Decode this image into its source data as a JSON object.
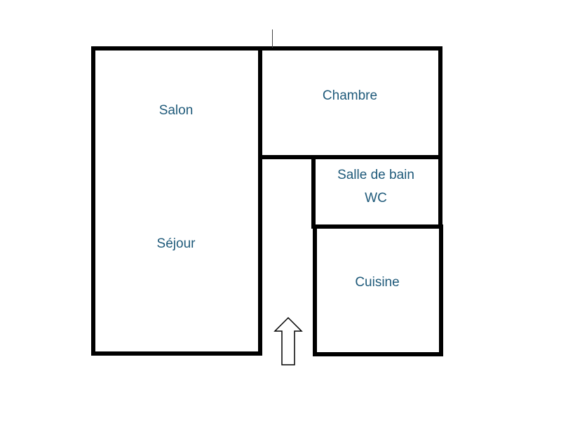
{
  "plan": {
    "rooms": {
      "salon": "Salon",
      "sejour": "Séjour",
      "chambre": "Chambre",
      "salle_de_bain": "Salle de bain",
      "wc": "WC",
      "cuisine": "Cuisine"
    },
    "entrance_icon": "arrow-up-outline-icon",
    "colors": {
      "walls": "#000000",
      "labels": "#1f5a7a"
    }
  }
}
